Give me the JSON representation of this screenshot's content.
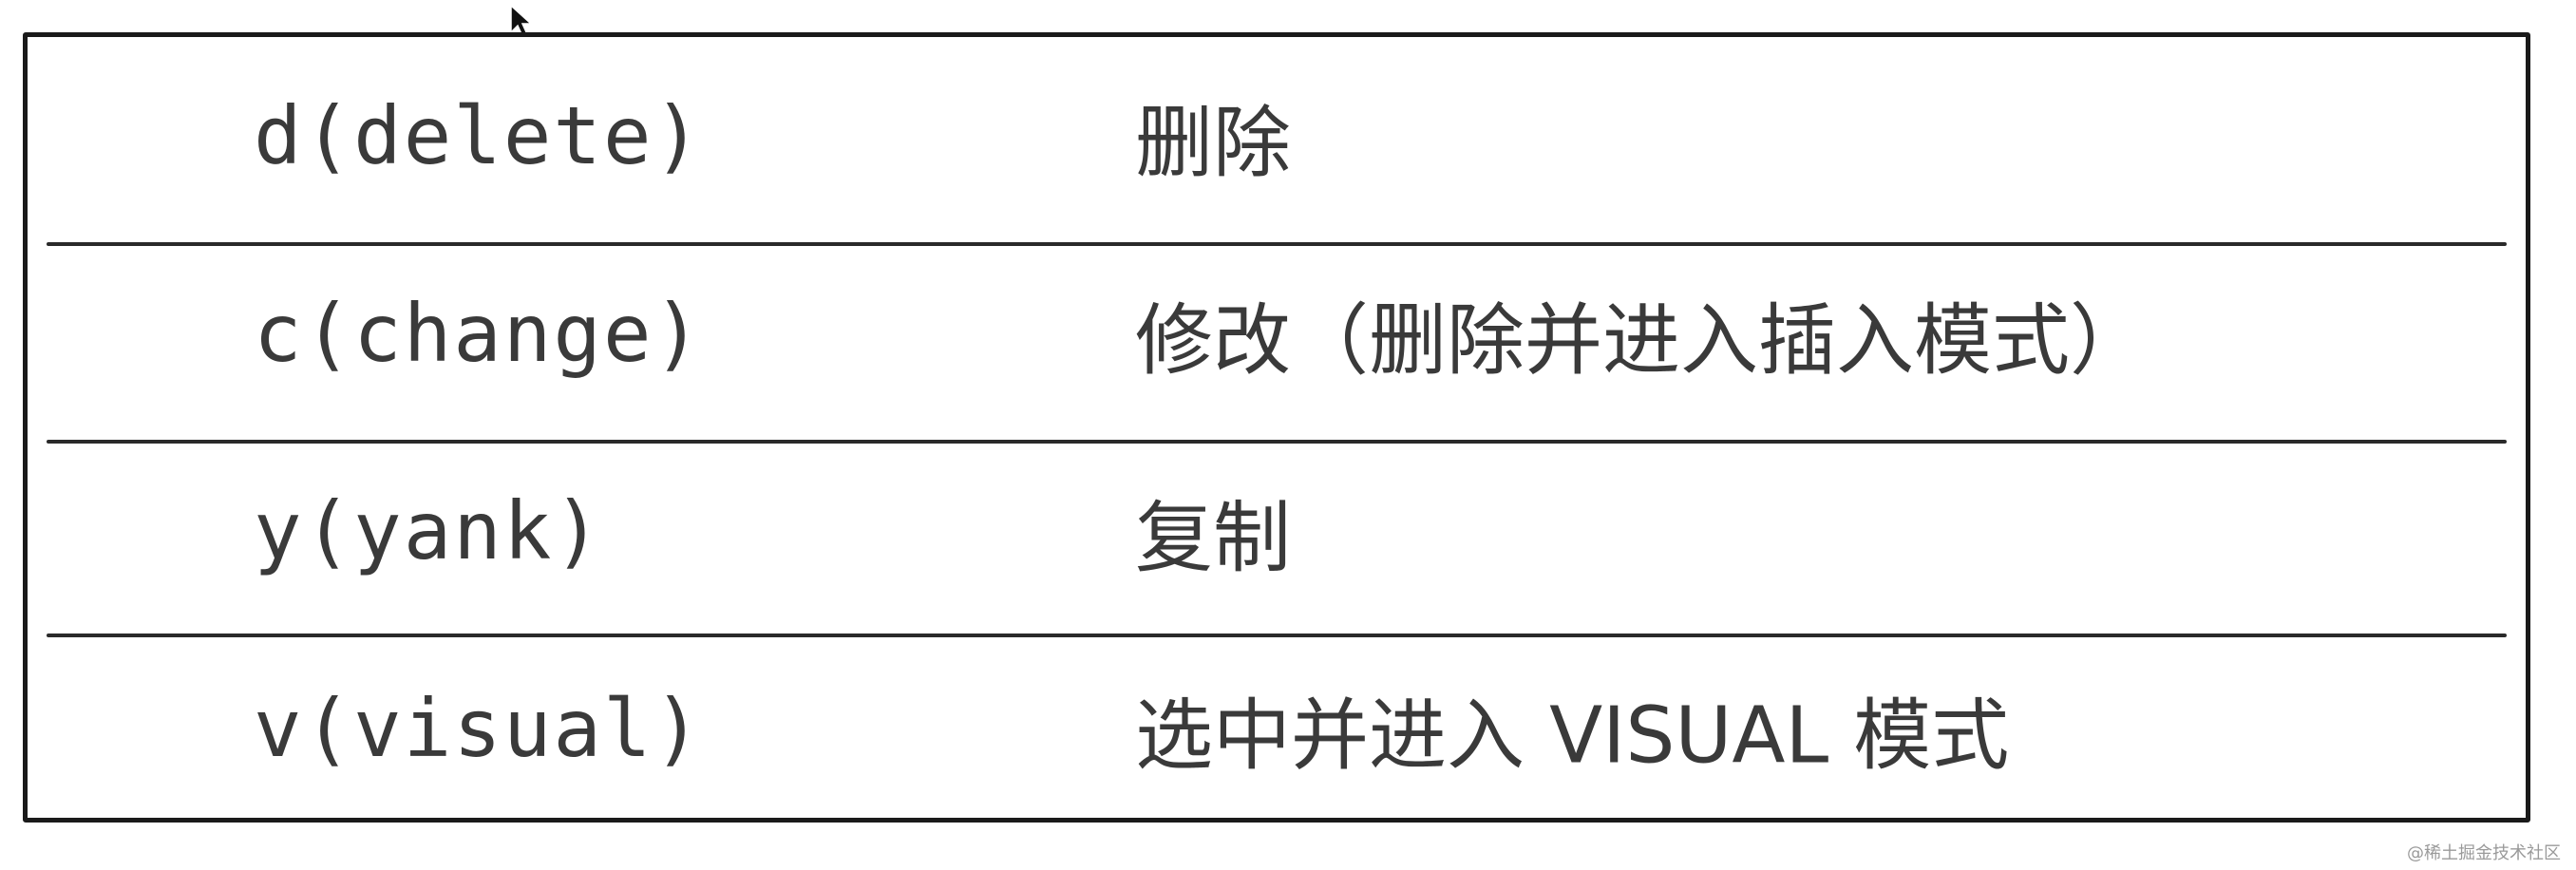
{
  "table": {
    "rows": [
      {
        "command": "d(delete)",
        "description": "删除"
      },
      {
        "command": "c(change)",
        "description": "修改（删除并进入插入模式）"
      },
      {
        "command": "y(yank)",
        "description": "复制"
      },
      {
        "command": "v(visual)",
        "description": "选中并进入 VISUAL 模式"
      }
    ]
  },
  "cursor_icon": "mouse-pointer-icon",
  "watermark": "@稀土掘金技术社区"
}
